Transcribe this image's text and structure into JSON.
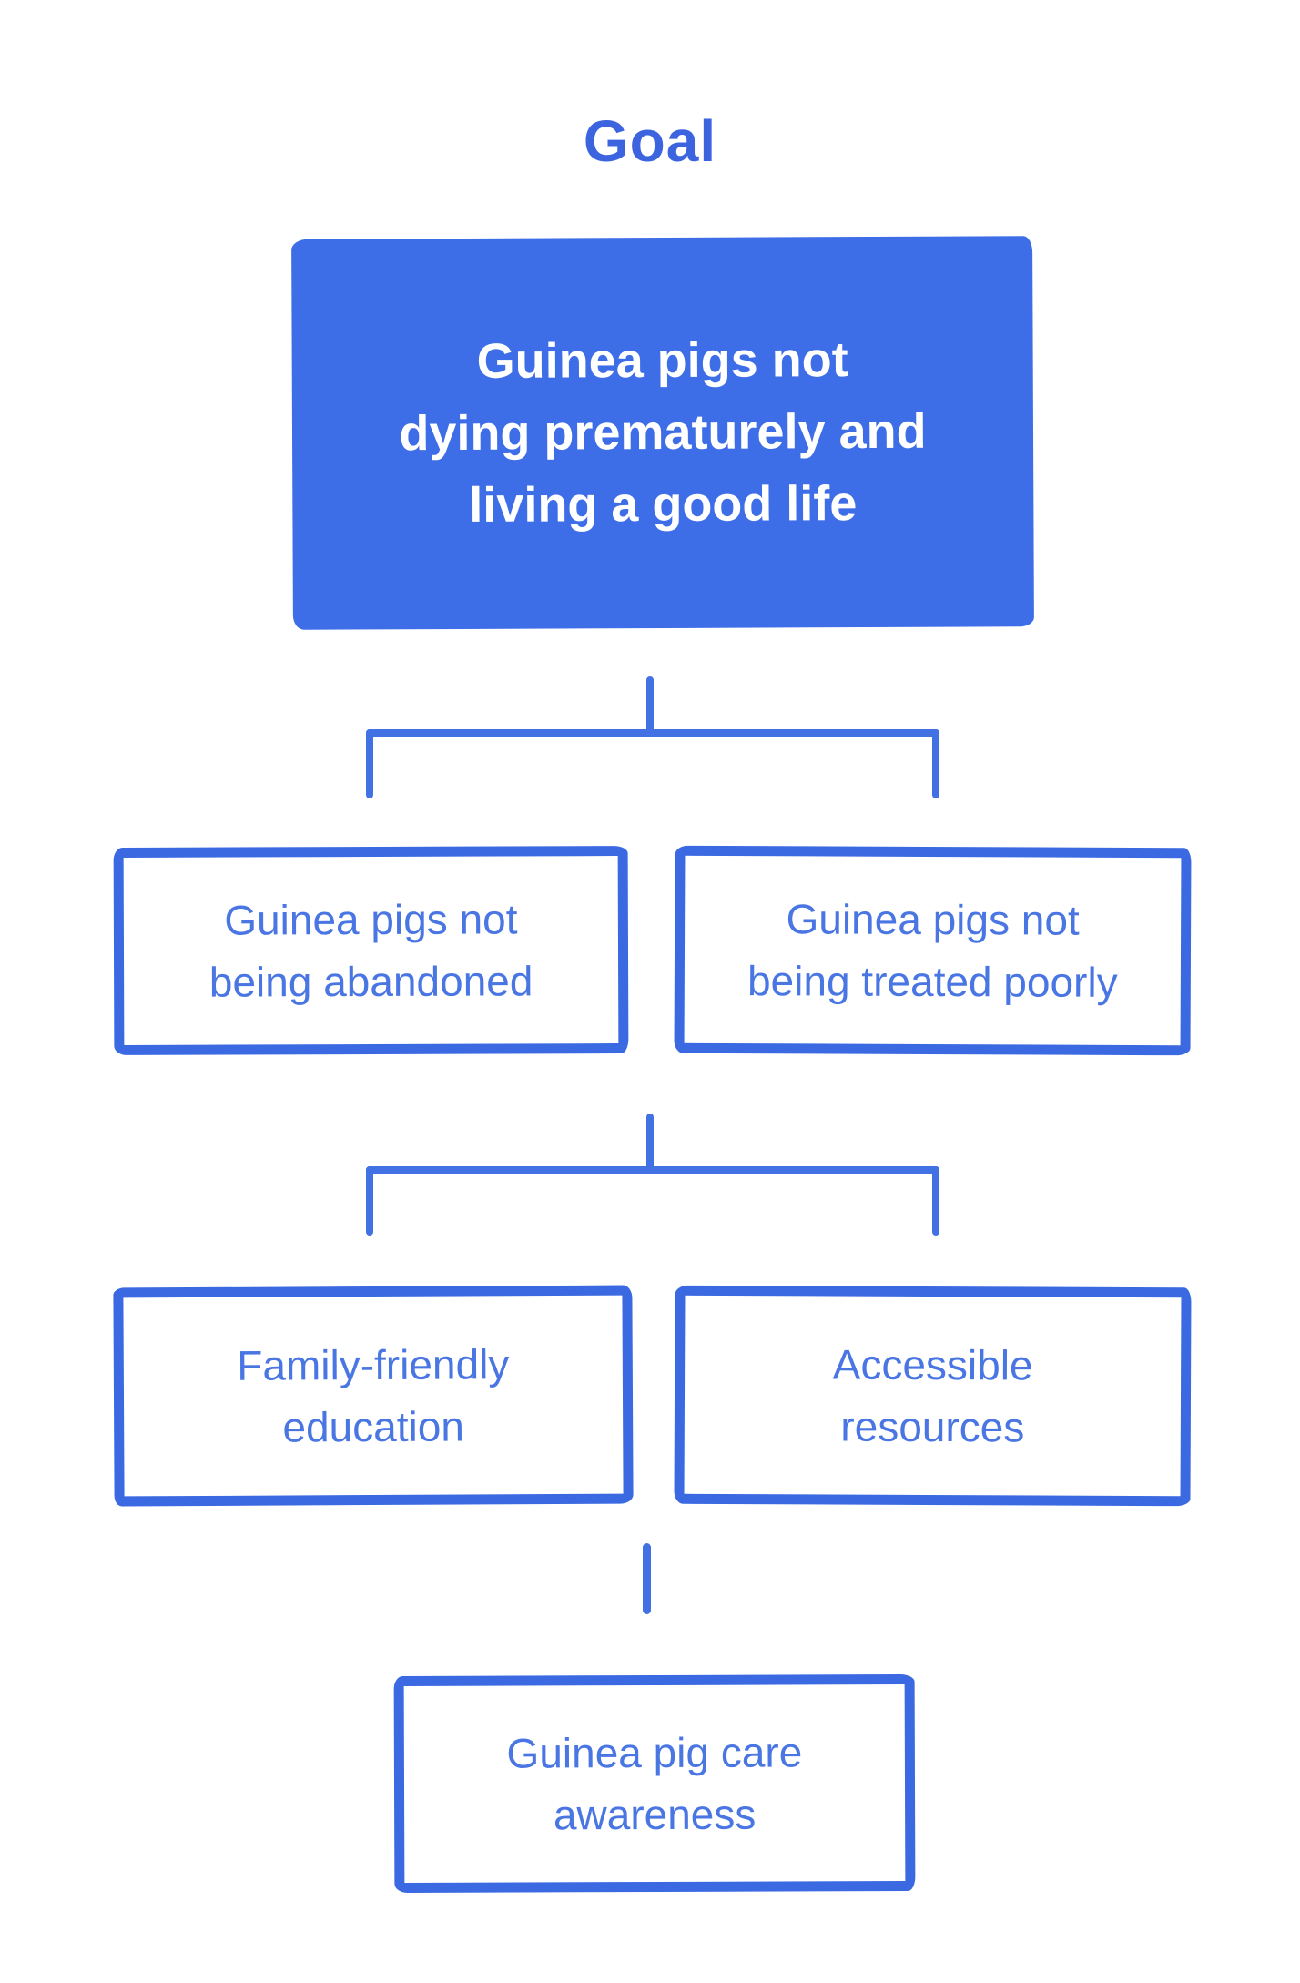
{
  "diagram": {
    "title": "Goal",
    "goal_node": {
      "text": "Guinea pigs not\ndying prematurely and\nliving a good life"
    },
    "level2_nodes": [
      {
        "text": "Guinea pigs not\nbeing abandoned"
      },
      {
        "text": "Guinea pigs not\nbeing treated poorly"
      }
    ],
    "level3_nodes": [
      {
        "text": "Family-friendly\neducation"
      },
      {
        "text": "Accessible\nresources"
      }
    ],
    "level4_nodes": [
      {
        "text": "Guinea pig care\nawareness"
      }
    ],
    "colors": {
      "background": "#ffffff",
      "title": "#3d64df",
      "fill": "#3e6ee7",
      "goal_text": "#ffffff",
      "border": "#3a69e1",
      "node_text": "#4a76e3",
      "line": "#4171e3"
    }
  }
}
